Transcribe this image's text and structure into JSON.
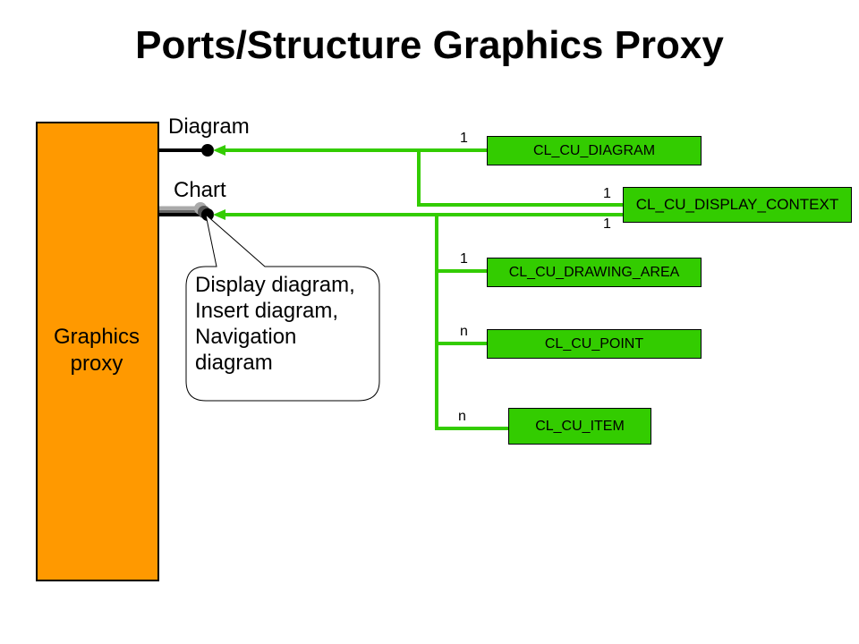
{
  "title": "Ports/Structure Graphics Proxy",
  "graphics_proxy": {
    "label_line1": "Graphics",
    "label_line2": "proxy",
    "color": "#ff9900"
  },
  "ports": {
    "diagram": {
      "label": "Diagram"
    },
    "chart": {
      "label": "Chart"
    }
  },
  "callout": {
    "lines": [
      "Display diagram,",
      "Insert diagram,",
      "Navigation",
      "diagram"
    ]
  },
  "classes": [
    {
      "name": "CL_CU_DIAGRAM",
      "multiplicity": "1"
    },
    {
      "name": "CL_CU_DISPLAY_CONTEXT",
      "multiplicity_top": "1",
      "multiplicity_bottom": "1"
    },
    {
      "name": "CL_CU_DRAWING_AREA",
      "multiplicity": "1"
    },
    {
      "name": "CL_CU_POINT",
      "multiplicity": "n"
    },
    {
      "name": "CL_CU_ITEM",
      "multiplicity": "n"
    }
  ],
  "colors": {
    "connector": "#33cc00",
    "class_fill": "#33cc00",
    "port": "#000000"
  }
}
